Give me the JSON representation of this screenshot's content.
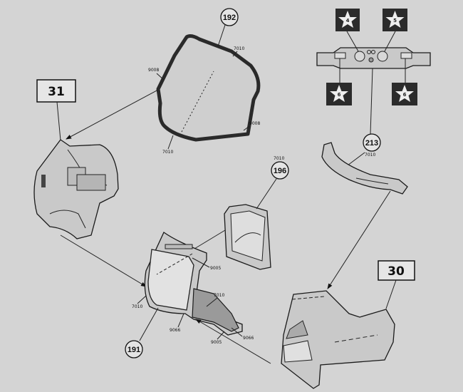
{
  "parts": {
    "windshield": {
      "number": "192",
      "colors": [
        "7010",
        "9008",
        "9008",
        "7010"
      ]
    },
    "headlight_housing": {
      "number": "196",
      "color": "7010"
    },
    "front_fairing": {
      "number": "191",
      "colors": [
        "9005",
        "7010",
        "7010",
        "9066",
        "9066",
        "9005"
      ]
    },
    "dash_bracket": {
      "number": "213",
      "color": "7010"
    }
  },
  "steps": {
    "left": "31",
    "right": "30"
  },
  "decals": [
    "4",
    "5",
    "6",
    "6"
  ]
}
